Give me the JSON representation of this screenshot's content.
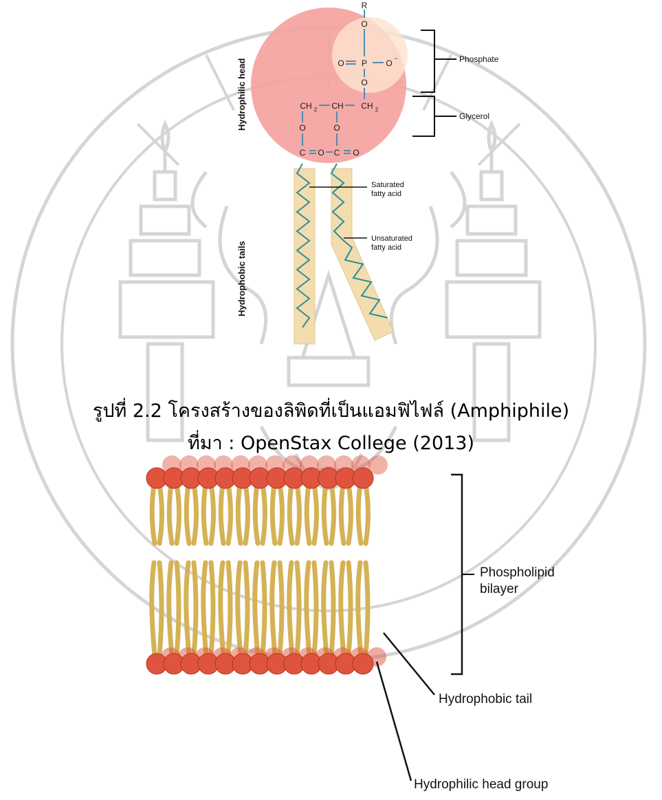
{
  "molecule": {
    "head_label": "Hydrophilic head",
    "tails_label": "Hydrophobic tails",
    "atoms": {
      "r": "R",
      "o": "O",
      "p": "P",
      "o_minus": "O",
      "minus": "−",
      "c": "C",
      "ch2": "CH",
      "ch": "CH",
      "sub2": "2"
    },
    "callouts": {
      "phosphate": "Phosphate",
      "glycerol": "Glycerol",
      "saturated": [
        "Saturated",
        "fatty acid"
      ],
      "unsaturated": [
        "Unsaturated",
        "fatty acid"
      ]
    }
  },
  "caption": {
    "title": "รูปที่ 2.2 โครงสร้างของลิพิดที่เป็นแอมฟิไฟล์ (Amphiphile)",
    "source": "ที่มา : OpenStax College (2013)"
  },
  "bilayer": {
    "label_lines": [
      "Phospholipid",
      "bilayer"
    ],
    "tail_label": "Hydrophobic tail",
    "head_label": "Hydrophilic head group"
  },
  "colors": {
    "head_fill": "#f4a3a0",
    "head_highlight": "#fde3cf",
    "bond": "#4a8fb5",
    "tail_band": "#f3dcae",
    "chain": "#2c8d9a",
    "ball": "#e0543f",
    "tail": "#d4b255",
    "watermark": "#c4c4c4"
  }
}
